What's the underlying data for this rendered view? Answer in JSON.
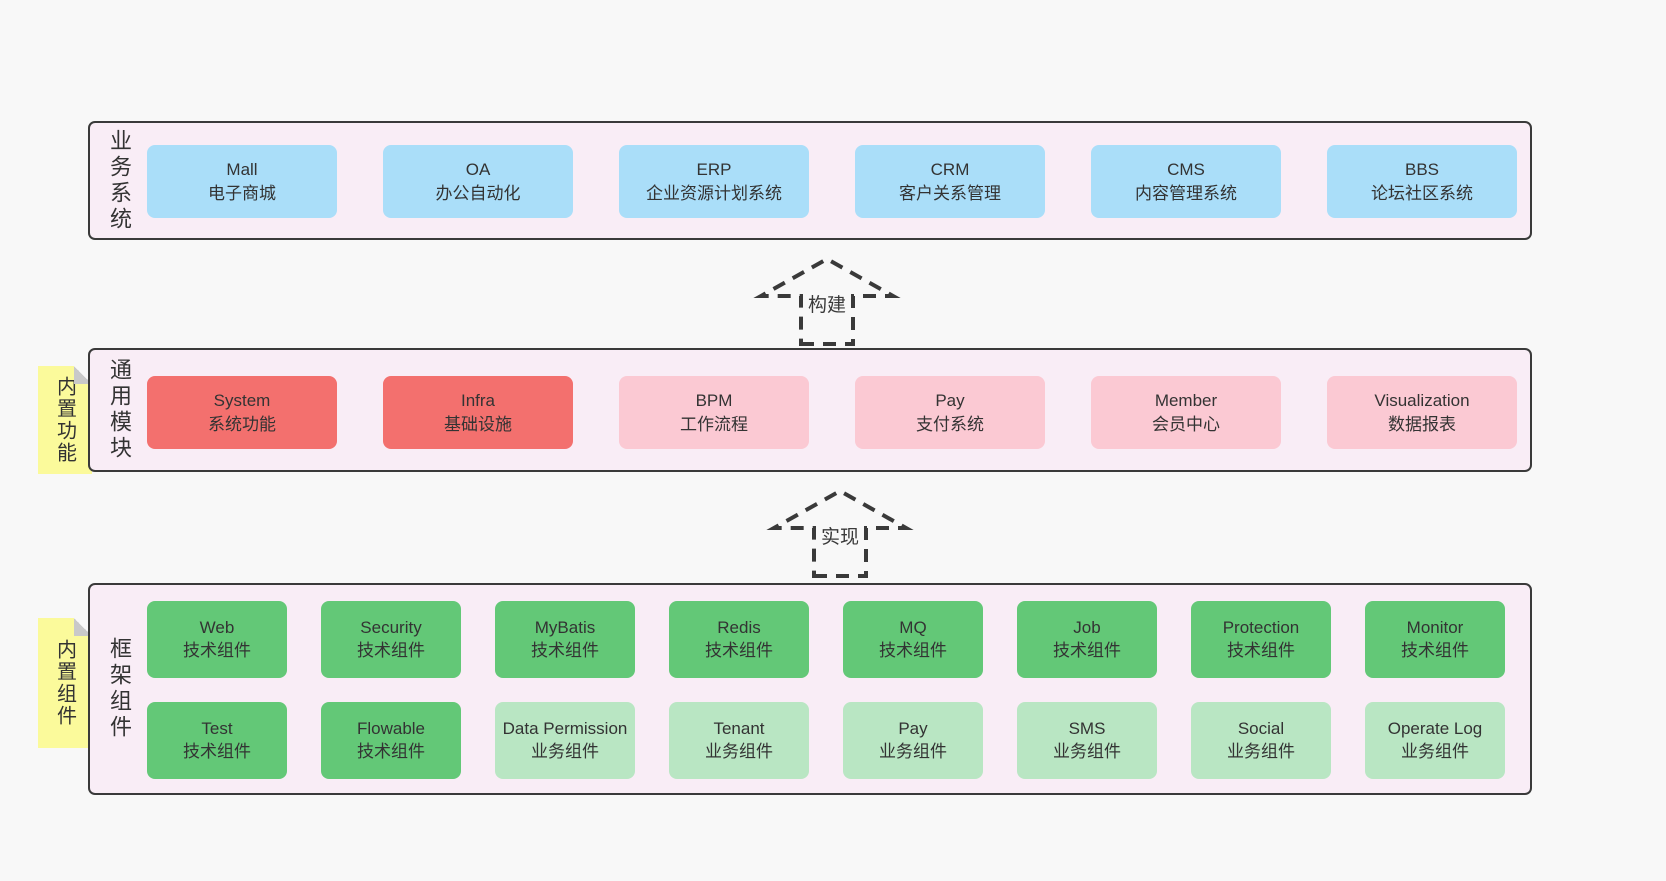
{
  "diagram": {
    "business": {
      "label": "业务系统",
      "items": [
        {
          "title": "Mall",
          "subtitle": "电子商城",
          "variant": "blue"
        },
        {
          "title": "OA",
          "subtitle": "办公自动化",
          "variant": "blue"
        },
        {
          "title": "ERP",
          "subtitle": "企业资源计划系统",
          "variant": "blue"
        },
        {
          "title": "CRM",
          "subtitle": "客户关系管理",
          "variant": "blue"
        },
        {
          "title": "CMS",
          "subtitle": "内容管理系统",
          "variant": "blue"
        },
        {
          "title": "BBS",
          "subtitle": "论坛社区系统",
          "variant": "blue"
        }
      ]
    },
    "modules": {
      "label": "通用模块",
      "sticky": "内置功能",
      "items": [
        {
          "title": "System",
          "subtitle": "系统功能",
          "variant": "red"
        },
        {
          "title": "Infra",
          "subtitle": "基础设施",
          "variant": "red"
        },
        {
          "title": "BPM",
          "subtitle": "工作流程",
          "variant": "pink"
        },
        {
          "title": "Pay",
          "subtitle": "支付系统",
          "variant": "pink"
        },
        {
          "title": "Member",
          "subtitle": "会员中心",
          "variant": "pink"
        },
        {
          "title": "Visualization",
          "subtitle": "数据报表",
          "variant": "pink"
        }
      ]
    },
    "components": {
      "label": "框架组件",
      "sticky": "内置组件",
      "row1": [
        {
          "title": "Web",
          "subtitle": "技术组件",
          "variant": "green"
        },
        {
          "title": "Security",
          "subtitle": "技术组件",
          "variant": "green"
        },
        {
          "title": "MyBatis",
          "subtitle": "技术组件",
          "variant": "green"
        },
        {
          "title": "Redis",
          "subtitle": "技术组件",
          "variant": "green"
        },
        {
          "title": "MQ",
          "subtitle": "技术组件",
          "variant": "green"
        },
        {
          "title": "Job",
          "subtitle": "技术组件",
          "variant": "green"
        },
        {
          "title": "Protection",
          "subtitle": "技术组件",
          "variant": "green"
        },
        {
          "title": "Monitor",
          "subtitle": "技术组件",
          "variant": "green"
        }
      ],
      "row2": [
        {
          "title": "Test",
          "subtitle": "技术组件",
          "variant": "green"
        },
        {
          "title": "Flowable",
          "subtitle": "技术组件",
          "variant": "green"
        },
        {
          "title": "Data Permission",
          "subtitle": "业务组件",
          "variant": "lightgreen"
        },
        {
          "title": "Tenant",
          "subtitle": "业务组件",
          "variant": "lightgreen"
        },
        {
          "title": "Pay",
          "subtitle": "业务组件",
          "variant": "lightgreen"
        },
        {
          "title": "SMS",
          "subtitle": "业务组件",
          "variant": "lightgreen"
        },
        {
          "title": "Social",
          "subtitle": "业务组件",
          "variant": "lightgreen"
        },
        {
          "title": "Operate Log",
          "subtitle": "业务组件",
          "variant": "lightgreen"
        }
      ]
    },
    "arrows": {
      "build": "构建",
      "implement": "实现"
    }
  },
  "colors": {
    "page_background": "#f8f8f8",
    "section_background": "#f9edf6",
    "section_border": "#3a3a3a",
    "blue_box": "#aadef9",
    "red_box": "#f3706e",
    "pink_box": "#fbc9d3",
    "green_box": "#63c877",
    "light_green_box": "#b9e6c3",
    "sticky_note": "#fbfa9b",
    "sticky_fold": "#c9c9c9",
    "text": "#333333"
  }
}
